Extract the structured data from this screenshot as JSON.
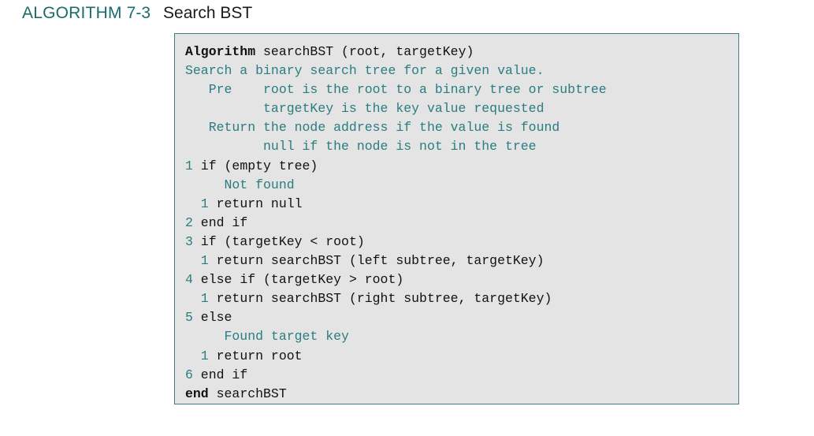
{
  "caption": {
    "label": "ALGORITHM",
    "number": "7-3",
    "title": "Search BST"
  },
  "colors": {
    "accent_teal": "#1c6b6b",
    "code_comment": "#2a7d80",
    "code_text": "#111111",
    "box_background": "#e4e4e4",
    "box_border": "#3f7d82",
    "page_background": "#ffffff"
  },
  "code": {
    "lines": [
      {
        "num": "",
        "text": "Algorithm searchBST (root, targetKey)",
        "style": "code",
        "bold_prefix": "Algorithm",
        "rest": " searchBST (root, targetKey)"
      },
      {
        "num": "",
        "text": "Search a binary search tree for a given value.",
        "style": "comment"
      },
      {
        "num": "",
        "text": "   Pre    root is the root to a binary tree or subtree",
        "style": "comment"
      },
      {
        "num": "",
        "text": "          targetKey is the key value requested",
        "style": "comment"
      },
      {
        "num": "",
        "text": "   Return the node address if the value is found",
        "style": "comment"
      },
      {
        "num": "",
        "text": "          null if the node is not in the tree",
        "style": "comment"
      },
      {
        "num": "1",
        "text": "if (empty tree)",
        "style": "code",
        "indent": 0
      },
      {
        "num": "",
        "text": "     Not found",
        "style": "comment"
      },
      {
        "num": "1",
        "text": "return null",
        "style": "code",
        "indent": 1
      },
      {
        "num": "2",
        "text": "end if",
        "style": "code",
        "indent": 0
      },
      {
        "num": "3",
        "text": "if (targetKey < root)",
        "style": "code",
        "indent": 0
      },
      {
        "num": "1",
        "text": "return searchBST (left subtree, targetKey)",
        "style": "code",
        "indent": 1
      },
      {
        "num": "4",
        "text": "else if (targetKey > root)",
        "style": "code",
        "indent": 0
      },
      {
        "num": "1",
        "text": "return searchBST (right subtree, targetKey)",
        "style": "code",
        "indent": 1
      },
      {
        "num": "5",
        "text": "else",
        "style": "code",
        "indent": 0
      },
      {
        "num": "",
        "text": "     Found target key",
        "style": "comment"
      },
      {
        "num": "1",
        "text": "return root",
        "style": "code",
        "indent": 1
      },
      {
        "num": "6",
        "text": "end if",
        "style": "code",
        "indent": 0
      },
      {
        "num": "",
        "text": "end searchBST",
        "style": "code",
        "bold_prefix": "end",
        "rest": " searchBST"
      }
    ]
  }
}
